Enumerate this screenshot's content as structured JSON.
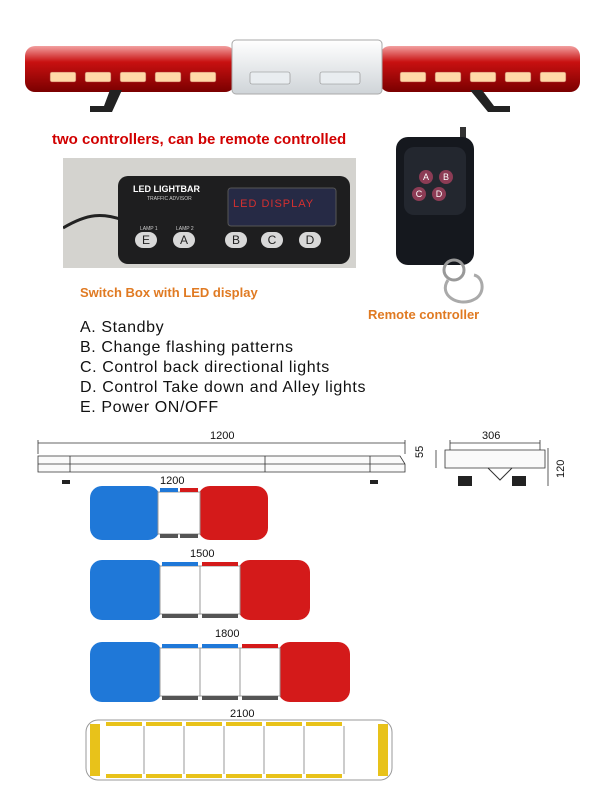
{
  "headline": "two controllers, can be remote controlled",
  "switch_box": {
    "caption": "Switch Box with LED display",
    "brand_text": "LED LIGHTBAR",
    "sub_text": "TRAFFIC ADVISOR",
    "display_text": "LED DISPLAY",
    "switch_labels": [
      "LAMP 1",
      "LAMP 2"
    ],
    "buttons": [
      "E",
      "A",
      "B",
      "C",
      "D"
    ]
  },
  "remote": {
    "caption": "Remote controller",
    "buttons": [
      "A",
      "B",
      "C",
      "D"
    ]
  },
  "features": [
    "A. Standby",
    "B. Change flashing patterns",
    "C. Control back directional lights",
    "D. Control Take down and Alley lights",
    "E. Power ON/OFF"
  ],
  "dimensions": {
    "side_length": "1200",
    "end_width": "306",
    "end_height_low": "55",
    "end_height_total": "120"
  },
  "bar_variants": [
    {
      "length": "1200"
    },
    {
      "length": "1500"
    },
    {
      "length": "1800"
    },
    {
      "length": "2100"
    }
  ],
  "colors": {
    "red": "#d41a1a",
    "blue": "#1f78d8",
    "amber": "#e8c21a",
    "headline": "#d10000",
    "caption": "#e07a22"
  }
}
